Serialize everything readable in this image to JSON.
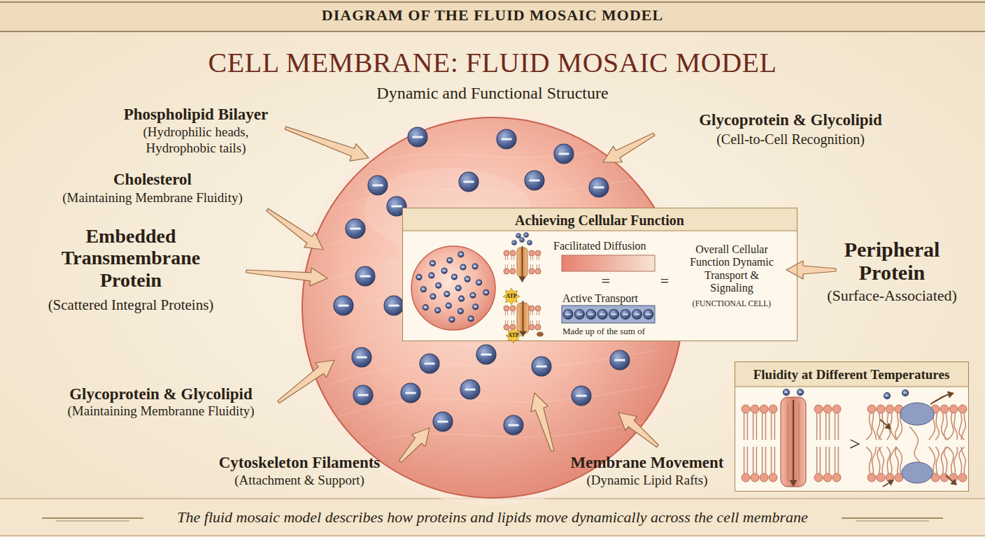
{
  "diagram": {
    "title": "CELL MEMBRANE: FLUID MOSAIC MODEL",
    "caption": "The fluid mosaic model describes how proteins and lipids move dynamically across the cell membrane",
    "nodes": [
      {
        "text": [
          "Achieving Cellular Function",
          "Facilitated Diffusion",
          "Active Transport",
          "Made up of the sum of",
          "Overall Cellular Function Dynamic Transport & Signaling",
          "(FUNCTIONAL CELL)"
        ]
      },
      {
        "text": [
          "Fluidity at Different Temperatures"
        ]
      }
    ],
    "labels": [
      "DIAGRAM OF THE FLUID MOSAIC MODEL",
      "Dynamic and Functional Structure",
      "Phospholipid Bilayer",
      "(Hydrophilic heads, Hydrophobic tails)",
      "Glycoprotein & Glycolipid",
      "(Cell-to-Cell Recognition)",
      "Cholesterol",
      "(Maintaining Membrane Fluidity)",
      "Embedded Transmembrane Protein",
      "(Scattered Integral Proteins)",
      "Peripheral Protein",
      "(Surface-Associated)",
      "Glycoprotein & Glycolipid",
      "(Maintaining Membranne Fluidity)",
      "Cytoskeleton Filaments",
      "(Attachment & Support)",
      "Membrane Movement",
      "(Dynamic Lipid Rafts)",
      "=",
      "=",
      "ATP",
      "ATP",
      ">"
    ]
  }
}
